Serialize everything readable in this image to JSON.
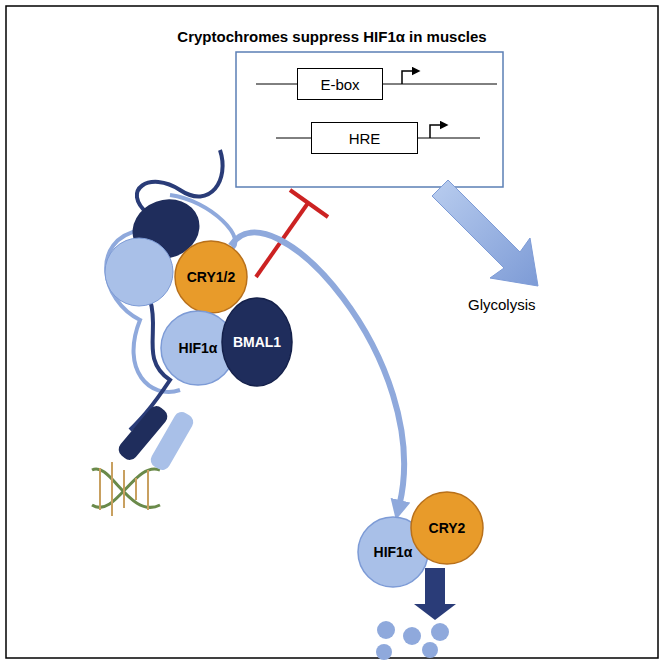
{
  "diagram": {
    "title": "Cryptochromes suppress HIF1α in muscles",
    "nodes": [
      {
        "text": [
          "E-box"
        ]
      },
      {
        "text": [
          "HRE"
        ]
      },
      {
        "text": [
          "CRY1/2"
        ]
      },
      {
        "text": [
          "HIF1α"
        ]
      },
      {
        "text": [
          "BMAL1"
        ]
      },
      {
        "text": [
          "HIF1α"
        ]
      },
      {
        "text": [
          "CRY2"
        ]
      }
    ],
    "edges": [
      {
        "from": 2,
        "to": 5,
        "arrow": "to"
      }
    ],
    "labels": [
      "Glycolysis"
    ]
  }
}
